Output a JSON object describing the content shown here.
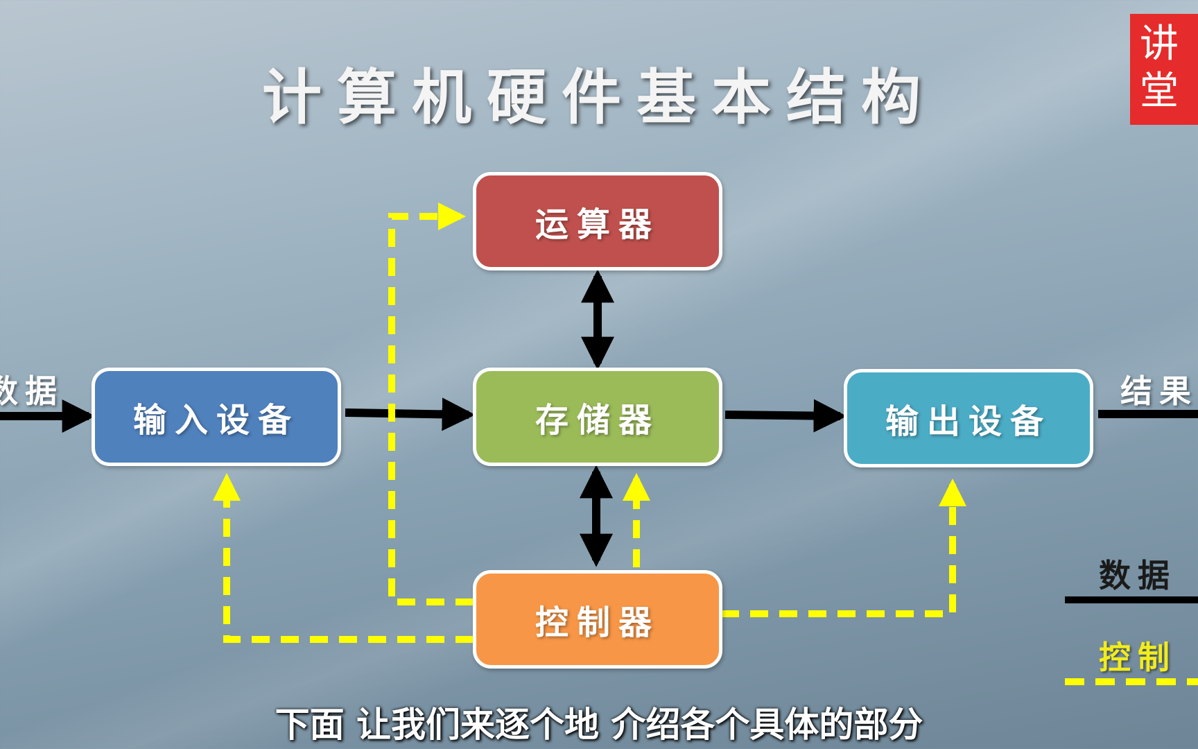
{
  "title": "计算机硬件基本结构",
  "stamp": {
    "line1": "讲",
    "line2": "堂"
  },
  "nodes": {
    "alu": {
      "label": "运算器",
      "color": "#c0504d"
    },
    "memory": {
      "label": "存储器",
      "color": "#9bbb59"
    },
    "control": {
      "label": "控制器",
      "color": "#f79646"
    },
    "input": {
      "label": "输入设备",
      "color": "#4f81bd"
    },
    "output": {
      "label": "输出设备",
      "color": "#4bacc6"
    }
  },
  "edge_labels": {
    "data_in": "数据",
    "result_out": "结果"
  },
  "legend": {
    "data": "数据",
    "control": "控制",
    "data_color": "#000000",
    "control_color": "#ffff00"
  },
  "subtitle": "下面 让我们来逐个地 介绍各个具体的部分"
}
